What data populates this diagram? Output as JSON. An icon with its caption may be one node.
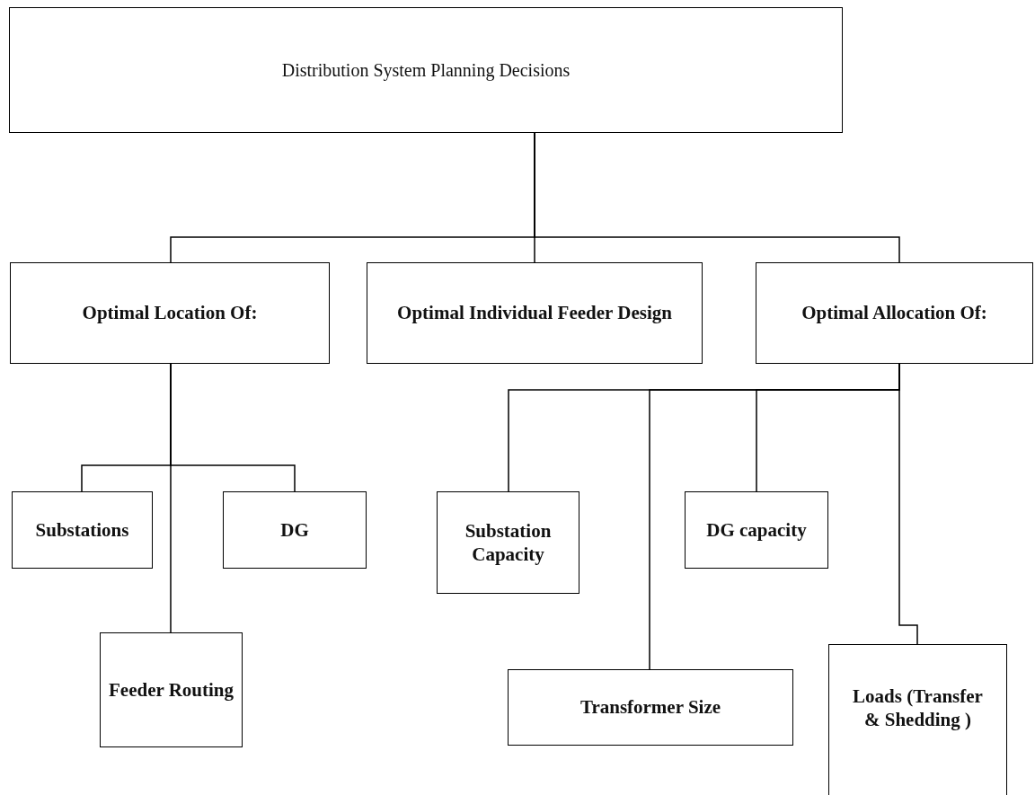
{
  "diagram": {
    "nodes": [
      {
        "text": [
          "Distribution System Planning Decisions"
        ]
      },
      {
        "text": [
          "Optimal Location Of:"
        ]
      },
      {
        "text": [
          "Optimal Individual Feeder Design"
        ]
      },
      {
        "text": [
          "Optimal Allocation Of:"
        ]
      },
      {
        "text": [
          "Substations"
        ]
      },
      {
        "text": [
          "DG"
        ]
      },
      {
        "text": [
          "Substation Capacity"
        ]
      },
      {
        "text": [
          "DG capacity"
        ]
      },
      {
        "text": [
          "Feeder Routing"
        ]
      },
      {
        "text": [
          "Transformer Size"
        ]
      },
      {
        "text": [
          "Loads (Transfer & Shedding )"
        ]
      }
    ],
    "edges": [
      {
        "from": 0,
        "to": 1,
        "arrow": "none"
      },
      {
        "from": 0,
        "to": 2,
        "arrow": "none"
      },
      {
        "from": 0,
        "to": 3,
        "arrow": "none"
      },
      {
        "from": 1,
        "to": 4,
        "arrow": "none"
      },
      {
        "from": 1,
        "to": 5,
        "arrow": "none"
      },
      {
        "from": 1,
        "to": 8,
        "arrow": "none"
      },
      {
        "from": 3,
        "to": 6,
        "arrow": "none"
      },
      {
        "from": 3,
        "to": 9,
        "arrow": "none"
      },
      {
        "from": 3,
        "to": 7,
        "arrow": "none"
      },
      {
        "from": 3,
        "to": 10,
        "arrow": "none"
      }
    ]
  }
}
